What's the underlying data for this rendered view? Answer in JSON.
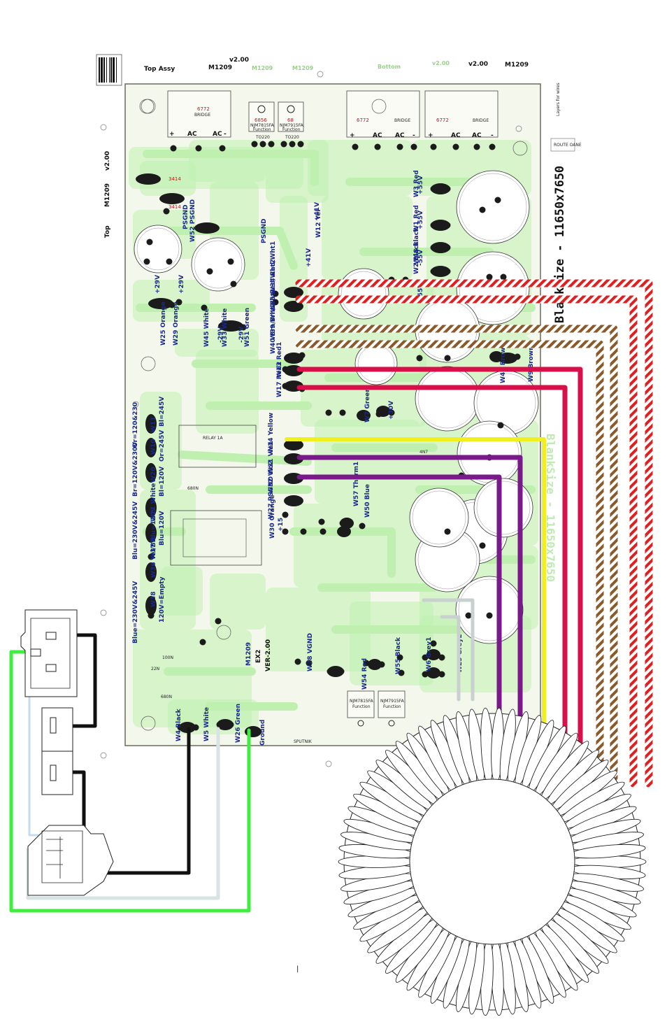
{
  "header": {
    "logo_caption": "SPUTNIK",
    "top_assy": "Top Assy",
    "version_top": "v2.00",
    "model_top": "M1209",
    "faint_model_a": "M1209",
    "faint_model_b": "M1209",
    "faint_bottom": "Bottom",
    "faint_version": "v2.00",
    "version_right": "v2.00",
    "model_right": "M1209",
    "layers_note": "Layers for wires",
    "route_note": "ROUTE OANE"
  },
  "side_left": {
    "top": "Top",
    "model": "M1209",
    "version": "v2.00"
  },
  "blank_size": "BlankSize - 11650x7650",
  "blank_size_faint": "BlankSize - 11650x7650",
  "board_text": {
    "bridge": "BRIDGE",
    "ac": "AC",
    "plus": "+",
    "minus": "-",
    "part_6772": "6772",
    "part_6856": "6856",
    "part_68": "68",
    "reg1": "NJM7815FA",
    "reg2": "NJM7915FA",
    "func": "Function",
    "pkg": "TO220",
    "part_3414": "3414",
    "psgnd": "PSGND",
    "relay": "RELAY 1A",
    "ver": "VER-2.00",
    "ex2": "EX2",
    "model": "M1209",
    "nominal_1": "Bl=120V",
    "nominal_2": "Or=245V",
    "nominal_3": "Bl=245V",
    "nominal_4": "Or=120&230",
    "nominal_5": "Br=120V&230V",
    "nominal_6": "Blu=230V&245V",
    "nominal_7": "Blu=120V",
    "nominal_8": "Blue=230V&245V",
    "nominal_9": "120V=Empty",
    "supply_29": "+29V",
    "supply_29n": "-29V",
    "supply_41": "+41V",
    "supply_55": "+55V",
    "supply_55n": "-55V",
    "supply_30": "+30V",
    "supply_15": "+15",
    "cap_100n": "100N",
    "cap_22n": "22N",
    "cap_680n": "680N",
    "cap_4n7": "4N7"
  },
  "wire_labels": [
    {
      "id": "W4",
      "color": "Black"
    },
    {
      "id": "W5",
      "color": "White"
    },
    {
      "id": "W26",
      "color": "Green"
    },
    {
      "id": "Ground",
      "color": ""
    },
    {
      "id": "W52",
      "color": "PSGND"
    },
    {
      "id": "W25",
      "color": "Orange"
    },
    {
      "id": "W29",
      "color": "Orange"
    },
    {
      "id": "W45",
      "color": "White"
    },
    {
      "id": "W33",
      "color": "White"
    },
    {
      "id": "W51",
      "color": "Green"
    },
    {
      "id": "W34",
      "color": "Red/Wht1"
    },
    {
      "id": "W35",
      "color": "Red/Wht2"
    },
    {
      "id": "W39",
      "color": "Brn/Wht1"
    },
    {
      "id": "W40",
      "color": "Brn/Wht2"
    },
    {
      "id": "W13",
      "color": "Red1"
    },
    {
      "id": "W17",
      "color": "Red2"
    },
    {
      "id": "W14",
      "color": "Yellow"
    },
    {
      "id": "W31",
      "color": "Vio1"
    },
    {
      "id": "W32",
      "color": "Vio2"
    },
    {
      "id": "W27",
      "color": "PSGND"
    },
    {
      "id": "W30",
      "color": "Orange"
    },
    {
      "id": "W11",
      "color": ""
    },
    {
      "id": "W10",
      "color": ""
    },
    {
      "id": "W20",
      "color": ""
    },
    {
      "id": "W21",
      "color": "White"
    },
    {
      "id": "W37",
      "color": "Blu=120V"
    },
    {
      "id": "W36",
      "color": "Yel/Blk"
    },
    {
      "id": "W38",
      "color": ""
    },
    {
      "id": "W12",
      "color": "Yel"
    },
    {
      "id": "W3",
      "color": "Red"
    },
    {
      "id": "W1",
      "color": "Red"
    },
    {
      "id": "W48",
      "color": "Black"
    },
    {
      "id": "W2",
      "color": "Black"
    },
    {
      "id": "W7",
      "color": "Green"
    },
    {
      "id": "W57",
      "color": "Therm1"
    },
    {
      "id": "W47",
      "color": "Brown"
    },
    {
      "id": "W9",
      "color": "Brown"
    },
    {
      "id": "W28",
      "color": "VGND"
    },
    {
      "id": "W54",
      "color": "Red"
    },
    {
      "id": "W55",
      "color": "Black"
    },
    {
      "id": "W6",
      "color": "Grey1"
    },
    {
      "id": "W23",
      "color": "Grey2"
    },
    {
      "id": "W50",
      "color": "Blue"
    }
  ],
  "colors": {
    "board_green": "#bff0b0",
    "board_bg": "#f4f8ec",
    "board_outline": "#6a6a5a",
    "wire_red_white": "#e02020",
    "wire_brown_white": "#8a5a2a",
    "wire_red": "#d8104a",
    "wire_yellow": "#f0f020",
    "wire_violet": "#7a1a8a",
    "wire_black": "#111111",
    "wire_white": "#d8e4e4",
    "wire_green": "#40ee40",
    "text_blue": "#1a2a8a",
    "text_red": "#d01010"
  }
}
